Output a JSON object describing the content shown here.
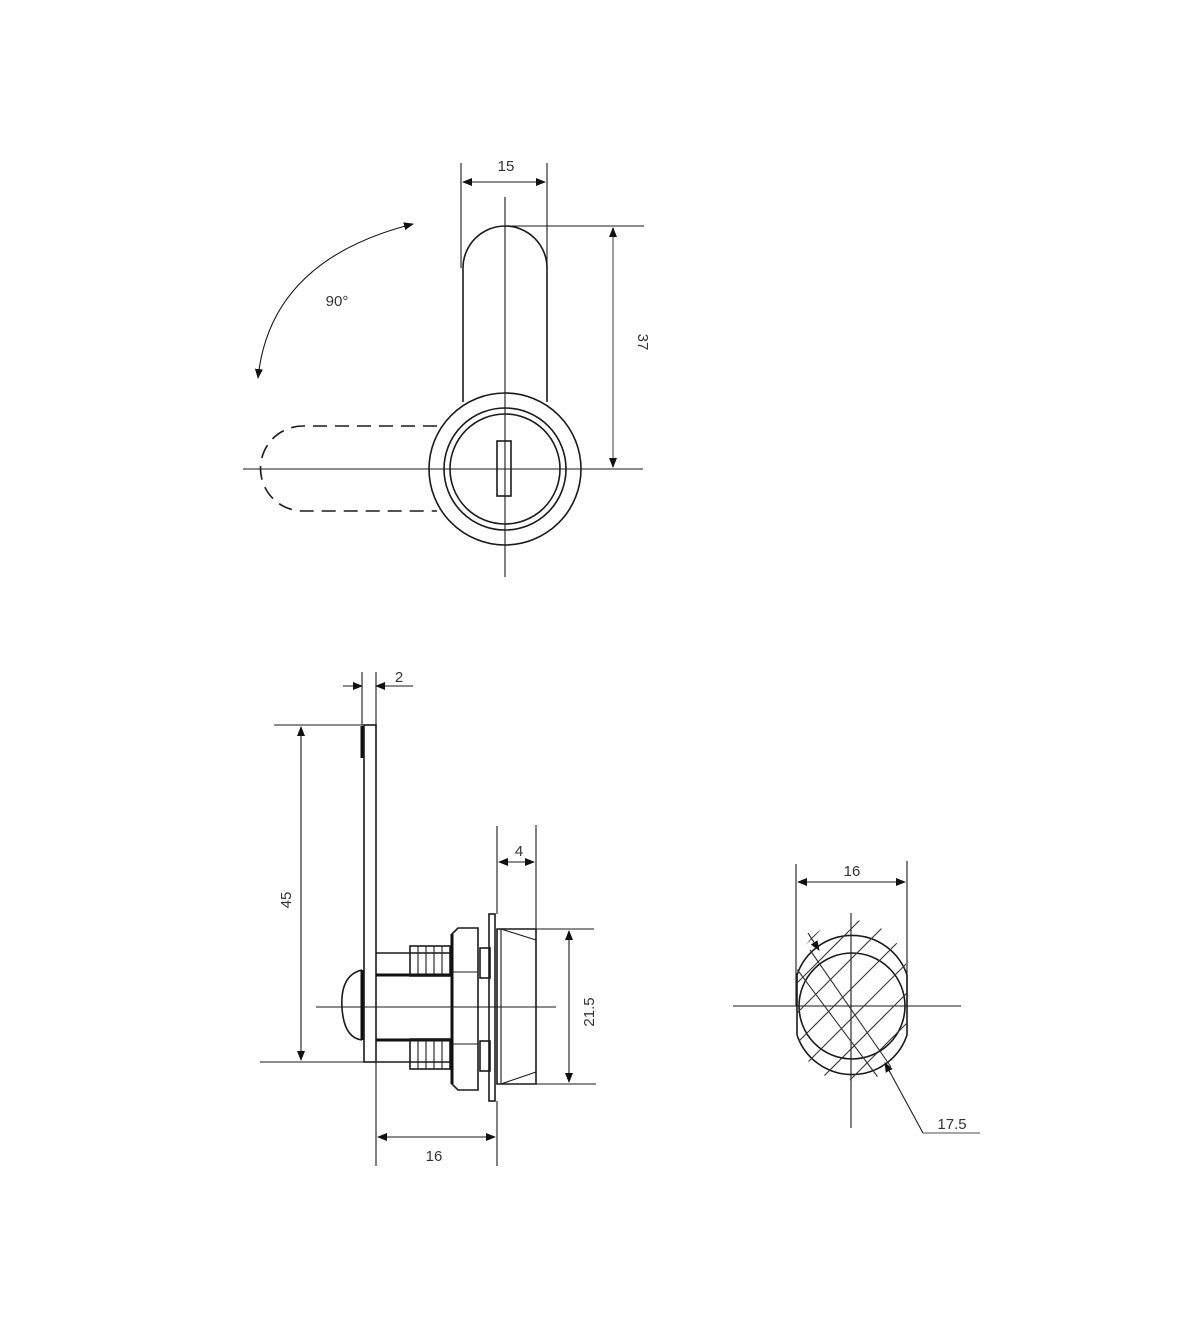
{
  "drawing": {
    "title": "Cam lock technical drawing",
    "front_view": {
      "width_label": "15",
      "height_label": "37",
      "rotation_label": "90°"
    },
    "side_view": {
      "cam_thickness_label": "2",
      "cam_length_label": "45",
      "flange_depth_label": "4",
      "flange_diameter_label": "21.5",
      "body_length_label": "16"
    },
    "section_view": {
      "flat_width_label": "16",
      "diameter_label": "17.5"
    }
  }
}
